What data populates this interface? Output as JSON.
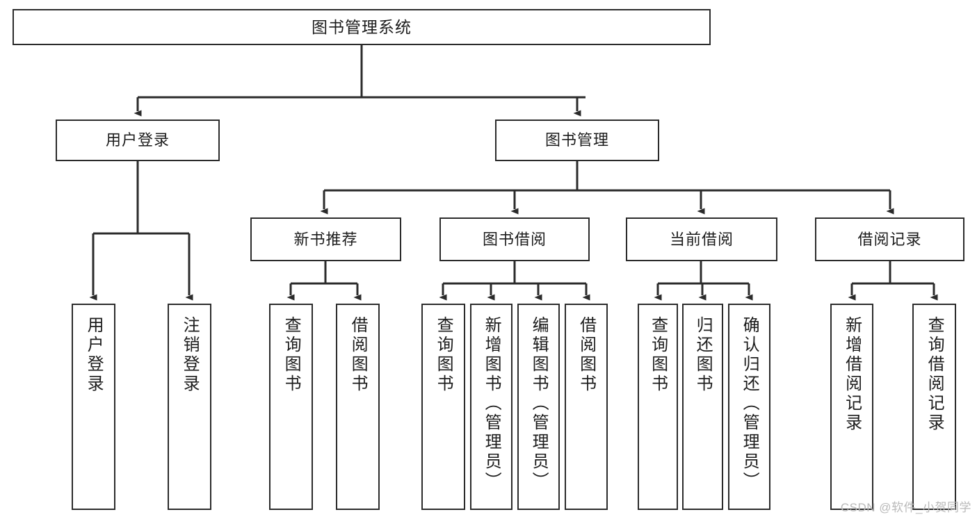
{
  "diagram": {
    "type": "tree-hierarchy-chart",
    "title": "图书管理系统",
    "colors": {
      "box_border": "#2b2b2b",
      "box_fill": "#ffffff",
      "connector": "#2b2b2b",
      "text": "#1c1c1c",
      "watermark": "#b9b9b9",
      "background": "#ffffff"
    },
    "nodes": {
      "root": {
        "label": "图书管理系统"
      },
      "level2": [
        {
          "label": "用户登录"
        },
        {
          "label": "图书管理"
        }
      ],
      "level3": [
        {
          "label": "新书推荐"
        },
        {
          "label": "图书借阅"
        },
        {
          "label": "当前借阅"
        },
        {
          "label": "借阅记录"
        }
      ],
      "leaves": [
        {
          "label": "用户登录",
          "parent": "用户登录"
        },
        {
          "label": "注销登录",
          "parent": "用户登录"
        },
        {
          "label": "查询图书",
          "parent": "新书推荐"
        },
        {
          "label": "借阅图书",
          "parent": "新书推荐"
        },
        {
          "label": "查询图书",
          "parent": "图书借阅"
        },
        {
          "label": "新增图书（管理员）",
          "parent": "图书借阅"
        },
        {
          "label": "编辑图书（管理员）",
          "parent": "图书借阅"
        },
        {
          "label": "借阅图书",
          "parent": "图书借阅"
        },
        {
          "label": "查询图书",
          "parent": "当前借阅"
        },
        {
          "label": "归还图书",
          "parent": "当前借阅"
        },
        {
          "label": "确认归还（管理员）",
          "parent": "当前借阅"
        },
        {
          "label": "新增借阅记录",
          "parent": "借阅记录"
        },
        {
          "label": "查询借阅记录",
          "parent": "借阅记录"
        }
      ]
    },
    "watermark": "CSDN @软件_小贺同学"
  }
}
